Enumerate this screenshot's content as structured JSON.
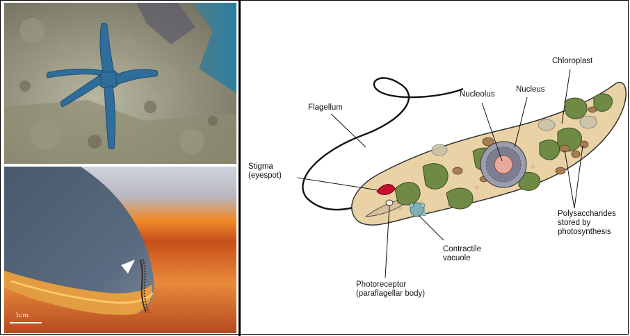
{
  "photos": {
    "scale_bar_label": "1cm"
  },
  "labels": {
    "flagellum": "Flagellum",
    "nucleolus": "Nucleolus",
    "nucleus": "Nucleus",
    "chloroplast": "Chloroplast",
    "stigma_line1": "Stigma",
    "stigma_line2": "(eyespot)",
    "polysaccharides_line1": "Polysaccharides",
    "polysaccharides_line2": "stored by",
    "polysaccharides_line3": "photosynthesis",
    "contractile_line1": "Contractile",
    "contractile_line2": "vacuole",
    "photoreceptor_line1": "Photoreceptor",
    "photoreceptor_line2": "(paraflagellar body)"
  },
  "colors": {
    "cell_fill": "#e9d3a6",
    "chloroplast": "#6f8a45",
    "stigma": "#c8102e",
    "nucleus": "#8a8a9a",
    "nucleolus": "#e8a89a",
    "vacuole": "#7fb0b8",
    "sea_water": "#2c6a85",
    "starfish": "#2f6d9a",
    "orange_glow": "#f08a2a"
  }
}
